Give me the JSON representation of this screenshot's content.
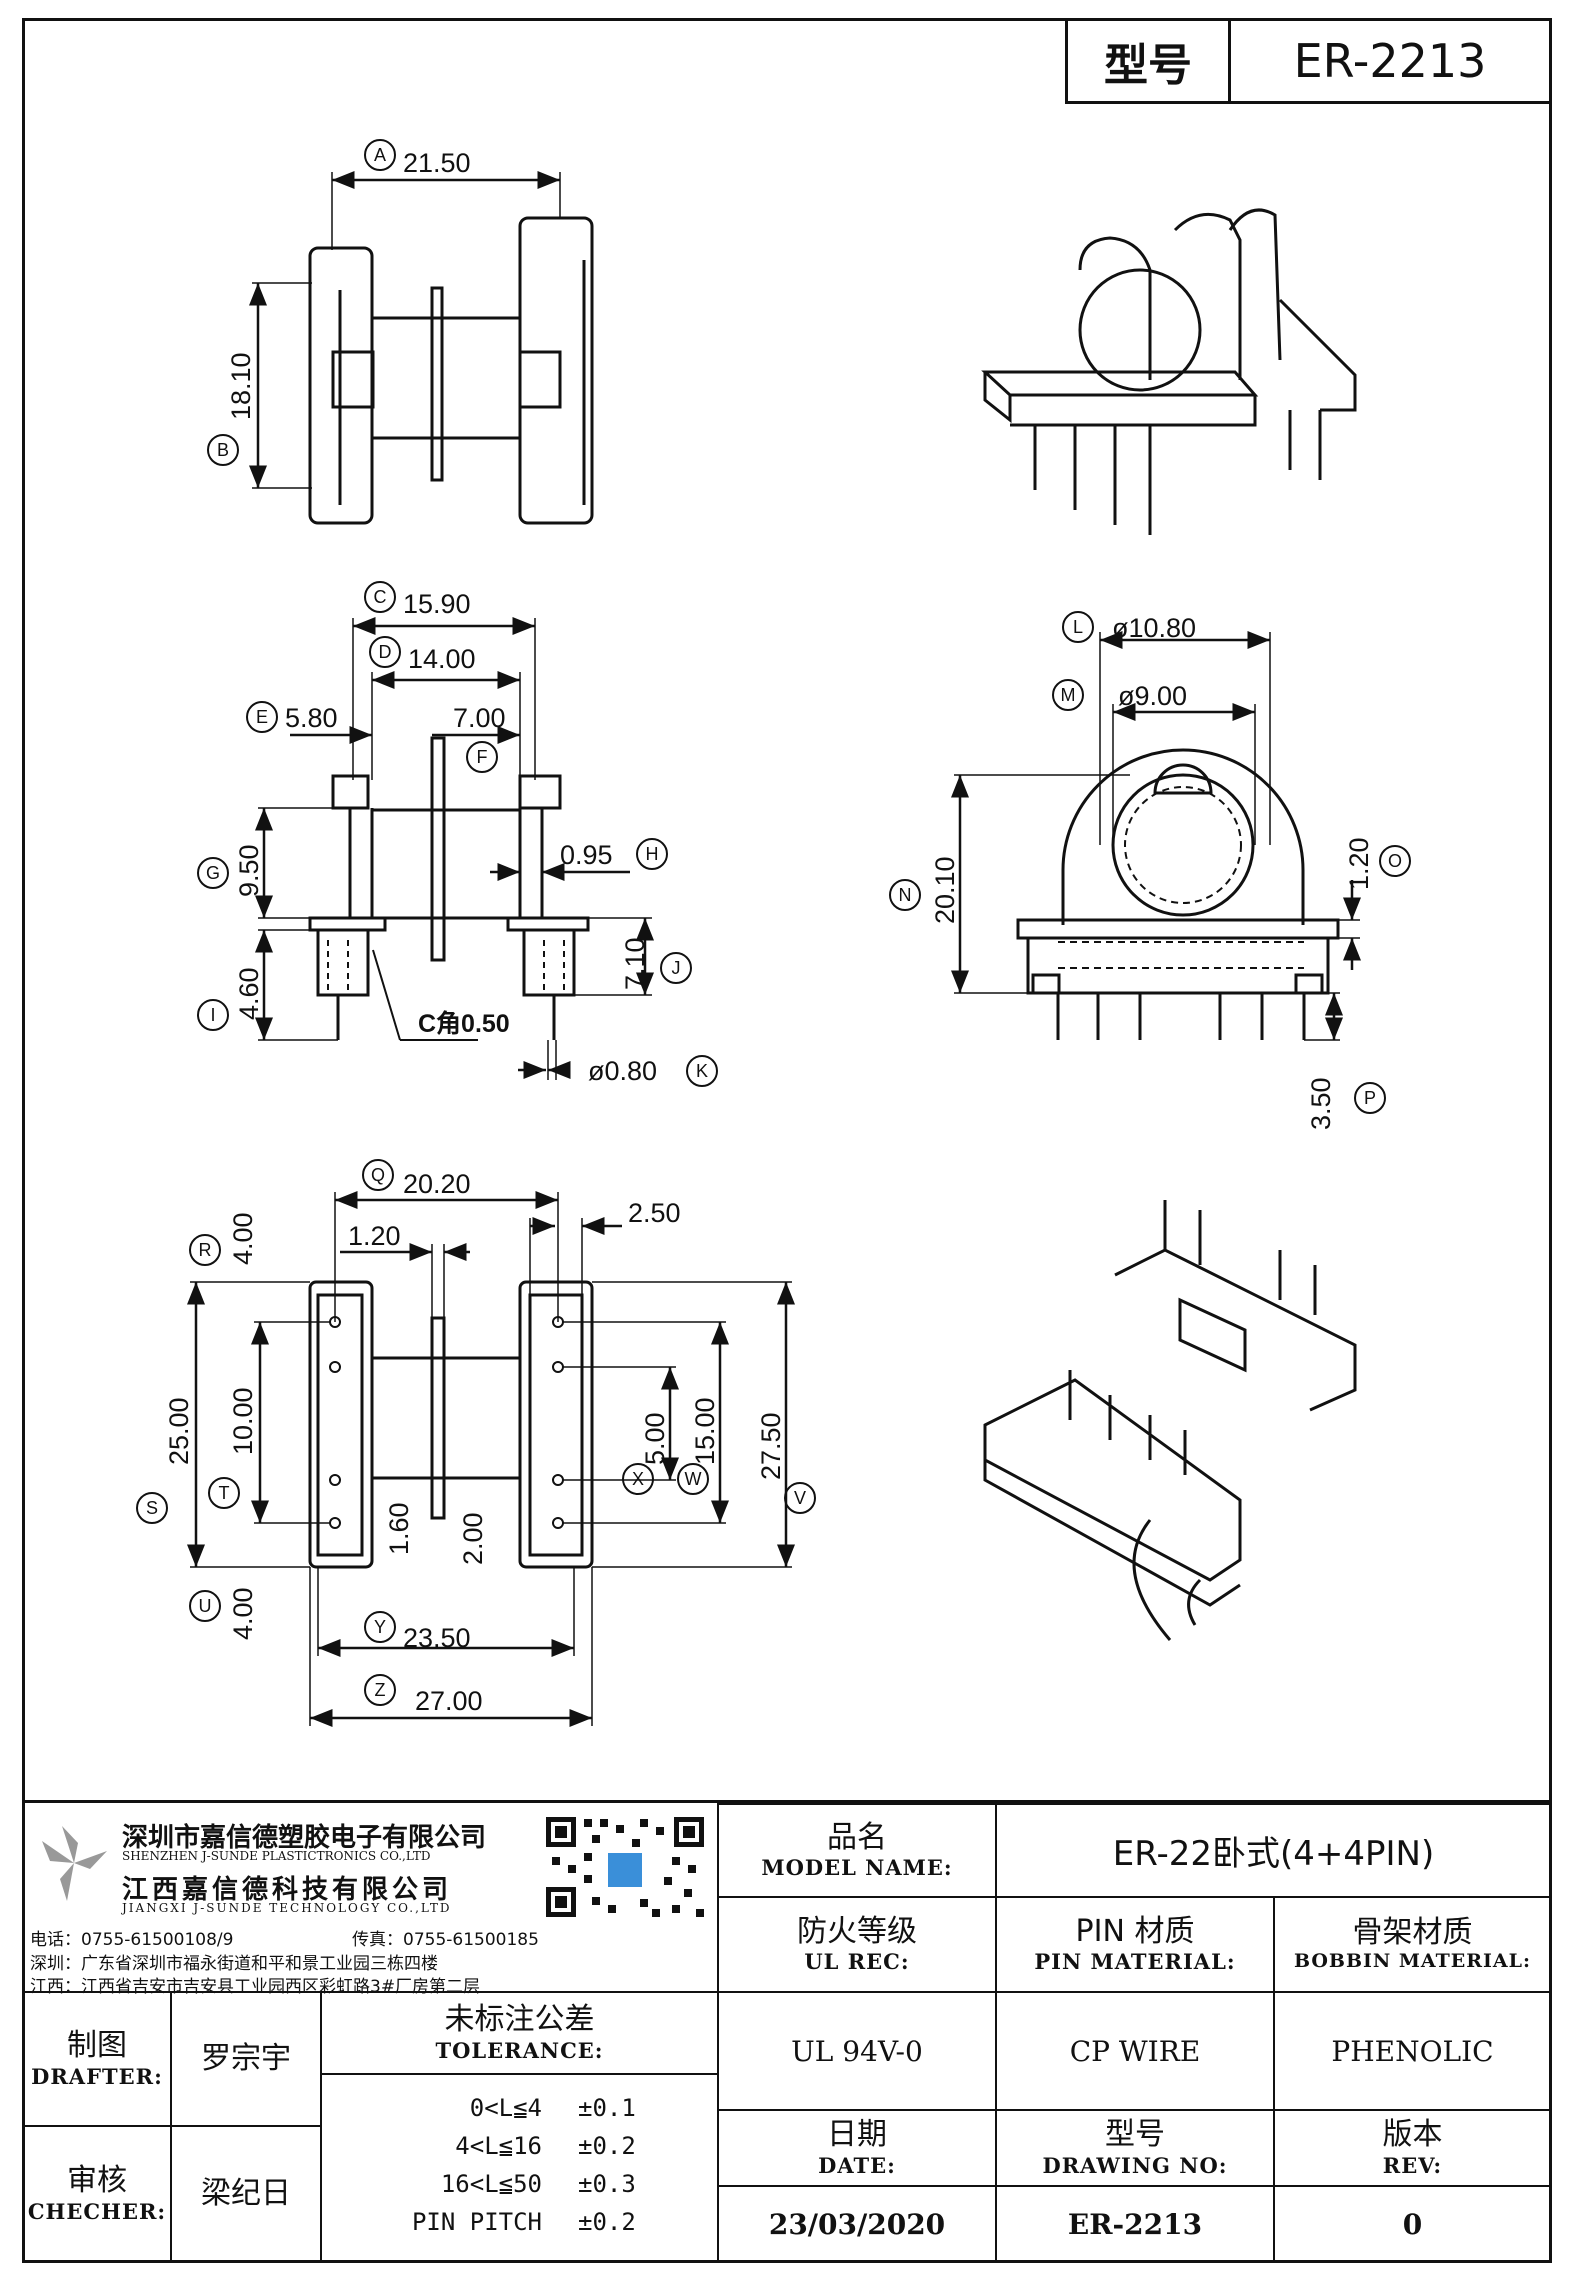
{
  "header": {
    "type_label": "型号",
    "type_value": "ER-2213"
  },
  "dims": {
    "A": "21.50",
    "B": "18.10",
    "C": "15.90",
    "D": "14.00",
    "E": "5.80",
    "F": "7.00",
    "G": "9.50",
    "H": "0.95",
    "I": "4.60",
    "J": "7.10",
    "K": "ø0.80",
    "chamfer": "C角0.50",
    "L": "ø10.80",
    "M": "ø9.00",
    "N": "20.10",
    "O": "1.20",
    "P": "3.50",
    "Q": "20.20",
    "R": "4.00",
    "S": "25.00",
    "T": "1.60",
    "U": "4.00",
    "V": "27.50",
    "W": "15.00",
    "X": "5.00",
    "Y": "23.50",
    "Z": "27.00",
    "top1_20": "1.20",
    "right2_50": "2.50",
    "mid10_00": "10.00",
    "mid2_00": "2.00"
  },
  "letters": [
    "A",
    "B",
    "C",
    "D",
    "E",
    "F",
    "G",
    "H",
    "I",
    "J",
    "K",
    "L",
    "M",
    "N",
    "O",
    "P",
    "Q",
    "R",
    "S",
    "T",
    "U",
    "V",
    "W",
    "X",
    "Y",
    "Z"
  ],
  "company": {
    "name_cn1": "深圳市嘉信德塑胶电子有限公司",
    "name_en1": "SHENZHEN J-SUNDE PLASTICTRONICS CO.,LTD",
    "name_cn2": "江西嘉信德科技有限公司",
    "name_en2": "JIANGXI J-SUNDE TECHNOLOGY CO.,LTD",
    "tel": "电话：0755-61500108/9",
    "fax": "传真：0755-61500185",
    "addr1": "深圳：广东省深圳市福永街道和平和景工业园三栋四楼",
    "addr2": "江西：江西省吉安市吉安县工业园西区彩虹路3#厂房第二层"
  },
  "title_block": {
    "model_label_cn": "品名",
    "model_label_en": "MODEL NAME:",
    "model_value": "ER-22卧式(4+4PIN)",
    "ul_label_cn": "防火等级",
    "ul_label_en": "UL REC:",
    "ul_value": "UL 94V-0",
    "pin_label_cn": "PIN 材质",
    "pin_label_en": "PIN MATERIAL:",
    "pin_value": "CP WIRE",
    "bobbin_label_cn": "骨架材质",
    "bobbin_label_en": "BOBBIN MATERIAL:",
    "bobbin_value": "PHENOLIC",
    "date_label_cn": "日期",
    "date_label_en": "DATE:",
    "date_value": "23/03/2020",
    "drawing_label_cn": "型号",
    "drawing_label_en": "DRAWING NO:",
    "drawing_value": "ER-2213",
    "rev_label_cn": "版本",
    "rev_label_en": "REV:",
    "rev_value": "0",
    "drafter_label_cn": "制图",
    "drafter_label_en": "DRAFTER:",
    "drafter_value": "罗宗宇",
    "checker_label_cn": "审核",
    "checker_label_en": "CHECHER:",
    "checker_value": "梁纪日",
    "tol_label_cn": "未标注公差",
    "tol_label_en": "TOLERANCE:",
    "tol_rows": [
      {
        "range": "0<L≦4",
        "tol": "±0.1"
      },
      {
        "range": "4<L≦16",
        "tol": "±0.2"
      },
      {
        "range": "16<L≦50",
        "tol": "±0.3"
      },
      {
        "range": "PIN PITCH",
        "tol": "±0.2"
      }
    ]
  }
}
